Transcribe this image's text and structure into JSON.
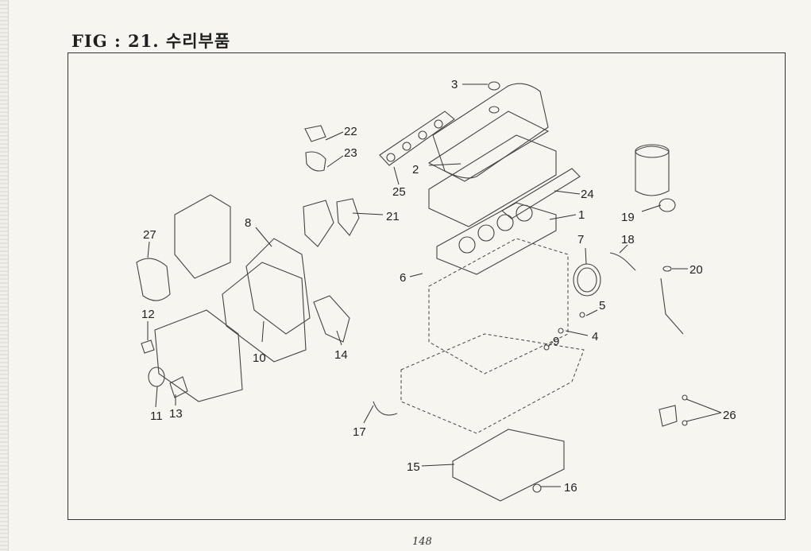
{
  "page": {
    "title": "FIG : 21. 수리부품",
    "page_number": "148"
  },
  "callouts": [
    "1",
    "2",
    "3",
    "4",
    "5",
    "6",
    "7",
    "8",
    "9",
    "10",
    "11",
    "12",
    "13",
    "14",
    "15",
    "16",
    "17",
    "18",
    "19",
    "20",
    "21",
    "22",
    "23",
    "24",
    "25",
    "26",
    "27"
  ]
}
